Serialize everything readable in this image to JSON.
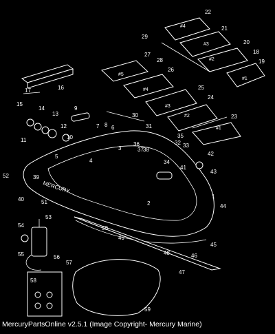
{
  "caption": "MercuryPartsOnline v2.5.1 (Image Copyright- Mercury Marine)",
  "diagram": {
    "boat_name": "MERCURY",
    "part_numbers": [
      "1",
      "2",
      "3",
      "4",
      "5",
      "6",
      "7",
      "8",
      "9",
      "10",
      "11",
      "12",
      "13",
      "14",
      "15",
      "16",
      "17",
      "18",
      "19",
      "20",
      "21",
      "22",
      "23",
      "24",
      "25",
      "26",
      "27",
      "28",
      "29",
      "30",
      "31",
      "32",
      "33",
      "34",
      "35",
      "36",
      "37",
      "38",
      "39",
      "40",
      "41",
      "42",
      "43",
      "44",
      "45",
      "46",
      "47",
      "48",
      "49",
      "50",
      "51",
      "52",
      "53",
      "54",
      "55",
      "56",
      "57",
      "58",
      "59"
    ],
    "panel_marks": [
      "#1",
      "#2",
      "#3",
      "#4",
      "#5"
    ]
  }
}
